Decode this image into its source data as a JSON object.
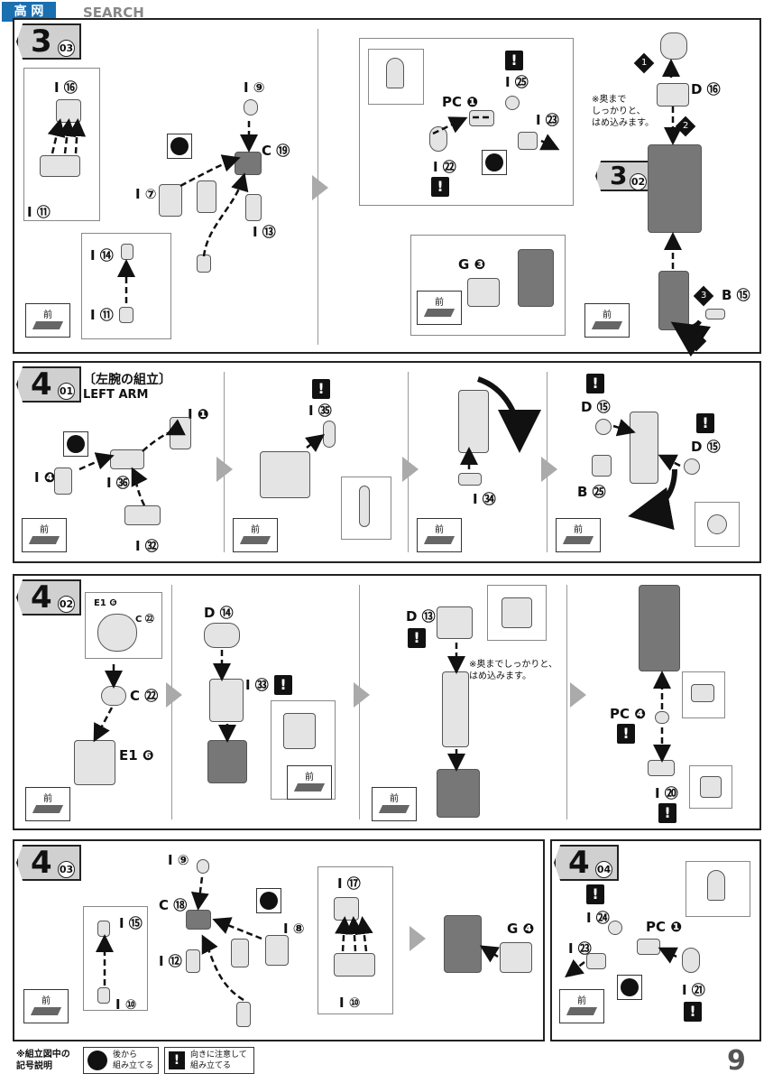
{
  "header": {
    "watermark": "SEARCH",
    "logo_text": "高 网"
  },
  "steps": {
    "s3": "3",
    "s3sub": "03",
    "s4a": "4",
    "s4asub": "01",
    "s4b": "4",
    "s4bsub": "02",
    "s4c": "4",
    "s4csub": "03",
    "s4d": "4",
    "s4dsub": "04",
    "s3ref": "3",
    "s3refsub": "02"
  },
  "section_titles": {
    "left_arm_jp": "〔左腕の組立〕",
    "left_arm_en": "LEFT ARM"
  },
  "notes": {
    "push_in_1": "※奥まで\nしっかりと、\nはめ込みます。",
    "push_in_2": "※奥までしっかりと、\nはめ込みます。"
  },
  "front_label": "前",
  "labels": {
    "r1": [
      "I ⑯",
      "I ⑪",
      "I ⑦",
      "I ⑨",
      "C ⑲",
      "I ⑬",
      "I ⑭",
      "I ⑪"
    ],
    "r1b": [
      "PC ❶",
      "I ㉕",
      "I ㉓",
      "I ㉒",
      "D ⑯",
      "G ❸",
      "B ⑮"
    ],
    "r2": [
      "I ❶",
      "I ❹",
      "I ㊱",
      "I ㉜",
      "I ㉟",
      "I ㉞",
      "D ⑮",
      "D ⑮",
      "B ㉕"
    ],
    "r3": [
      "E1 ❻",
      "C ㉒",
      "C ㉒",
      "E1 ❻",
      "D ⑭",
      "I ㉝",
      "D ⑬",
      "PC ❹",
      "I ⑳"
    ],
    "r4": [
      "I ⑨",
      "C ⑱",
      "I ⑮",
      "I ⑫",
      "I ⑩",
      "I ⑧",
      "I ⑰",
      "I ⑩",
      "G ❹"
    ],
    "r4b": [
      "I ㉔",
      "PC ❶",
      "I ㉓",
      "I ㉑"
    ]
  },
  "legend": {
    "title": "※組立図中の\n記号説明",
    "item1": "後から\n組み立てる",
    "item2": "向きに注意して\n組み立てる"
  },
  "page_number": "9"
}
